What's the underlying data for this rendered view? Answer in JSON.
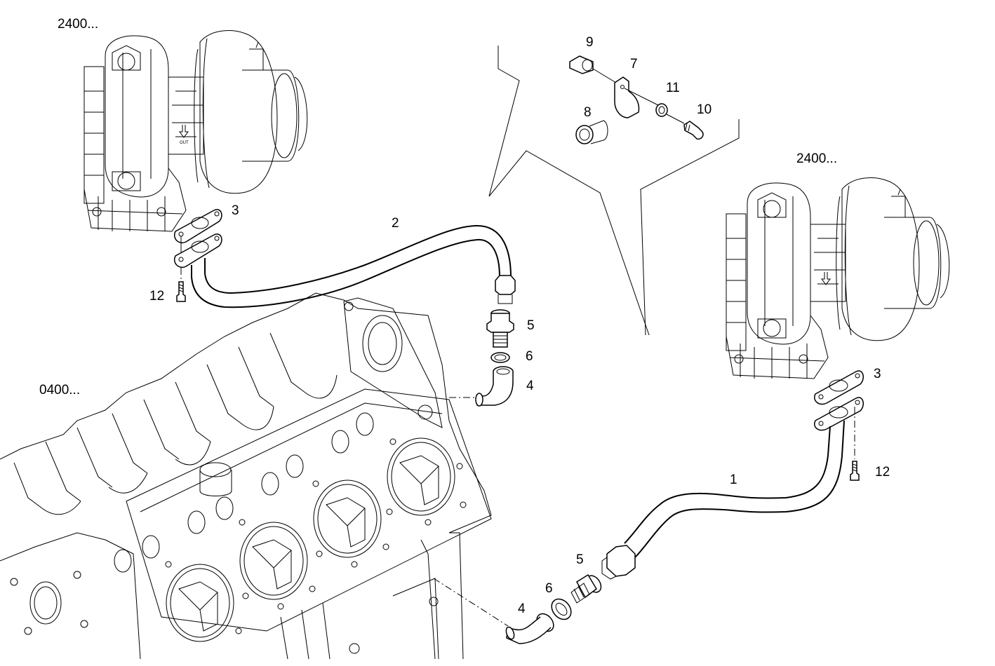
{
  "diagram": {
    "type": "exploded-parts-diagram",
    "subject": "turbocharger oil return pipes",
    "colors": {
      "line": "#000000",
      "background": "#ffffff"
    },
    "reference_labels": [
      {
        "id": "ref-turbo-left",
        "text": "2400..."
      },
      {
        "id": "ref-turbo-right",
        "text": "2400..."
      },
      {
        "id": "ref-engine-block",
        "text": "0400..."
      }
    ],
    "callouts": [
      {
        "id": "left-gasket",
        "text": "3"
      },
      {
        "id": "left-pipe",
        "text": "2"
      },
      {
        "id": "left-screw",
        "text": "12"
      },
      {
        "id": "left-adapter",
        "text": "5"
      },
      {
        "id": "left-seal",
        "text": "6"
      },
      {
        "id": "left-elbow",
        "text": "4"
      },
      {
        "id": "clip-spacer",
        "text": "9"
      },
      {
        "id": "clip-bracket",
        "text": "7"
      },
      {
        "id": "clip-washer",
        "text": "11"
      },
      {
        "id": "clip-bolt",
        "text": "10"
      },
      {
        "id": "clip-sleeve",
        "text": "8"
      },
      {
        "id": "right-gasket",
        "text": "3"
      },
      {
        "id": "right-screw",
        "text": "12"
      },
      {
        "id": "right-pipe",
        "text": "1"
      },
      {
        "id": "right-adapter",
        "text": "5"
      },
      {
        "id": "right-seal",
        "text": "6"
      },
      {
        "id": "right-elbow",
        "text": "4"
      }
    ],
    "turbo_marking": "OUT"
  }
}
